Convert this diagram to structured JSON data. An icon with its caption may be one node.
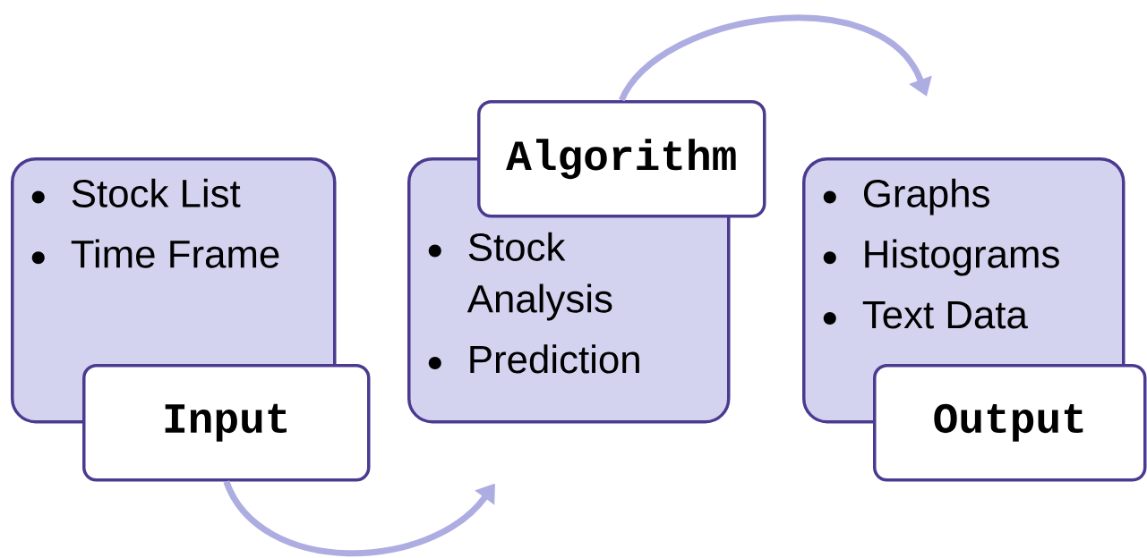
{
  "diagram": {
    "nodes": [
      {
        "text": [
          "Stock List",
          "Time Frame"
        ]
      },
      {
        "text": [
          "Input"
        ]
      },
      {
        "text": [
          "Stock Analysis",
          "Prediction"
        ]
      },
      {
        "text": [
          "Algorithm"
        ]
      },
      {
        "text": [
          "Graphs",
          "Histograms",
          "Text Data"
        ]
      },
      {
        "text": [
          "Output"
        ]
      }
    ],
    "edges": [
      {
        "from": 1,
        "to": 2,
        "arrow": "to"
      },
      {
        "from": 3,
        "to": 4,
        "arrow": "to"
      }
    ]
  }
}
